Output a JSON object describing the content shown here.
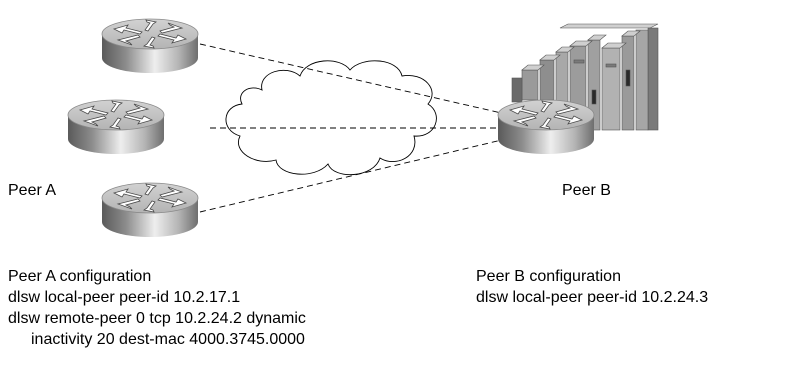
{
  "diagram": {
    "nodes": [
      {
        "id": "router-a1",
        "kind": "router-icon"
      },
      {
        "id": "router-a2",
        "kind": "router-icon"
      },
      {
        "id": "router-a3",
        "kind": "router-icon"
      },
      {
        "id": "router-b",
        "kind": "router-icon"
      },
      {
        "id": "mainframe",
        "kind": "mainframe-icon"
      },
      {
        "id": "cloud",
        "kind": "cloud-icon"
      }
    ],
    "links": [
      {
        "from": "router-a1",
        "to": "router-b",
        "style": "dashed"
      },
      {
        "from": "router-a2",
        "to": "router-b",
        "style": "dashed"
      },
      {
        "from": "router-a3",
        "to": "router-b",
        "style": "dashed"
      }
    ],
    "peer_a_label": "Peer A",
    "peer_b_label": "Peer B"
  },
  "peer_a_config": {
    "heading": "Peer A configuration",
    "line1": "dlsw local-peer peer-id 10.2.17.1",
    "line2": "dlsw remote-peer 0 tcp 10.2.24.2 dynamic",
    "line3": "inactivity 20 dest-mac 4000.3745.0000"
  },
  "peer_b_config": {
    "heading": "Peer B configuration",
    "line1": "dlsw local-peer peer-id 10.2.24.3"
  },
  "colors": {
    "router_top": "#c8c8c8",
    "router_side_dark": "#5a5a5a",
    "router_side_light": "#e6e6e6",
    "mainframe_front": "#a8a8a8",
    "mainframe_dark": "#6a6a6a"
  }
}
